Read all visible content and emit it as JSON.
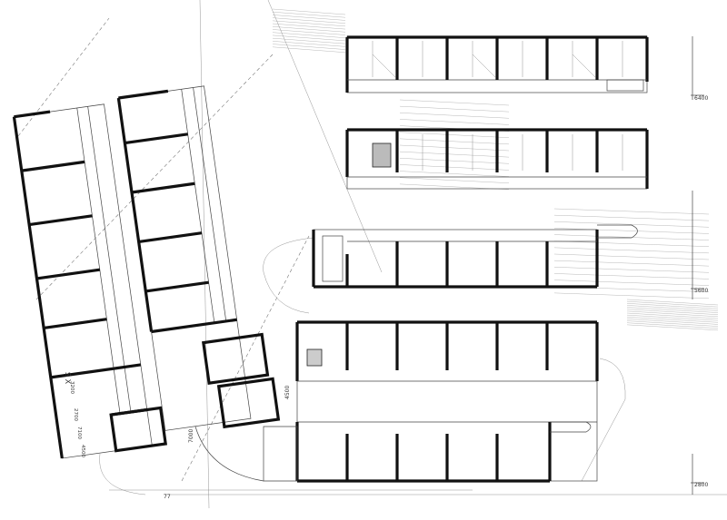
{
  "dimensions": {
    "level_top": "6400",
    "level_mid": "5600",
    "level_bottom": "2800",
    "span_right": "4500",
    "span_left": "7000"
  },
  "side_labels": {
    "block_code": "S X",
    "dim_a": "3200",
    "dim_b": "2700",
    "dim_c": "7100",
    "dim_d": "4500"
  },
  "small_mark": "77",
  "colors": {
    "ink": "#111111",
    "paper": "#ffffff"
  }
}
